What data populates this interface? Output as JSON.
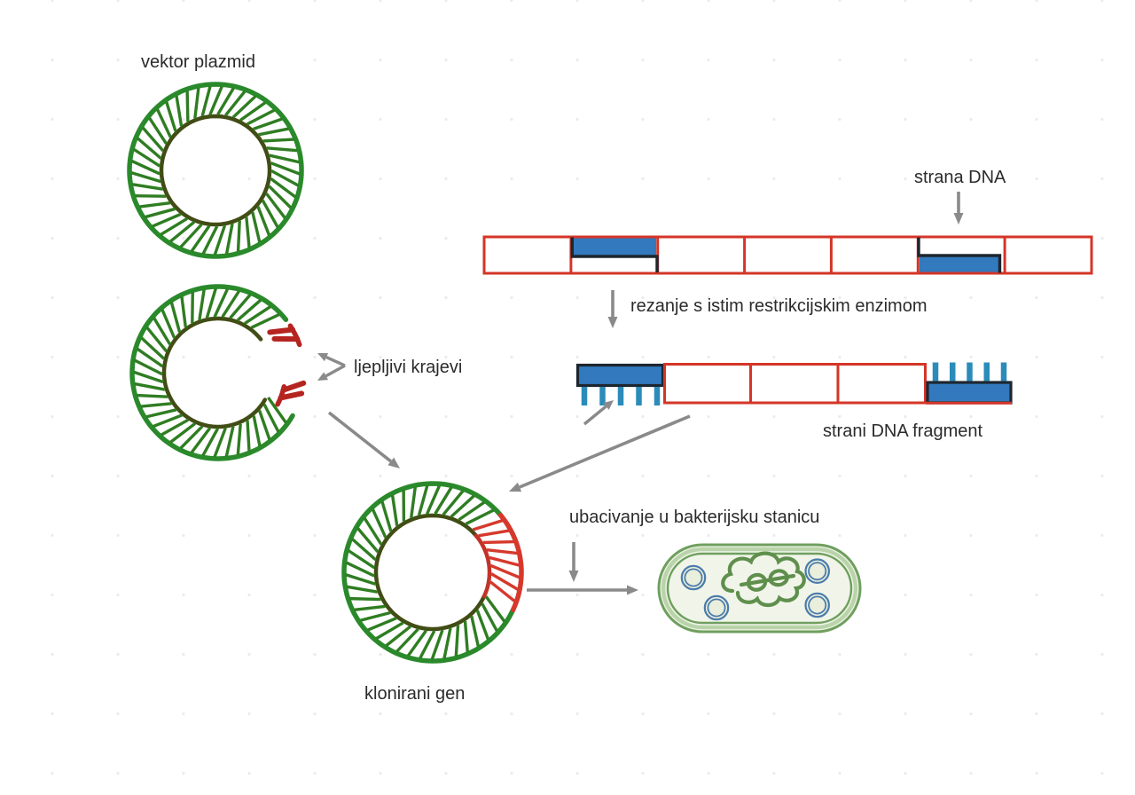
{
  "labels": {
    "vector_plasmid": "vektor plazmid",
    "sticky_ends": "ljepljivi krajevi",
    "foreign_dna": "strana DNA",
    "cutting": "rezanje s istim restrikcijskim enzimom",
    "foreign_dna_fragment": "strani DNA fragment",
    "cloned_gene": "klonirani gen",
    "insertion": "ubacivanje u bakterijsku stanicu"
  },
  "colors": {
    "background": "#ffffff",
    "text": "#2b2b2b",
    "plasmid_outer_green": "#2a8a2b",
    "plasmid_inner_olive": "#414d15",
    "plasmid_rung_green": "#2f7d22",
    "cloned_gene_red": "#d6392c",
    "cloned_gene_inner_red": "#c23327",
    "sticky_end_red": "#b5241f",
    "dna_strip_red": "#d43527",
    "gene_blue": "#3279bd",
    "overhang_teal": "#2b8cba",
    "cut_dark": "#1d262e",
    "arrow_gray": "#8a8a8a",
    "bacterium_outline_green": "#6f9f5f",
    "bacterium_band_green": "#b9d4aa",
    "bacterium_fill": "#f1f5e9",
    "bacterium_plasmid_blue": "#4a7cab",
    "bacterium_plasmid_fill": "#eaeedd",
    "chromosome_green": "#5f8f4d"
  }
}
